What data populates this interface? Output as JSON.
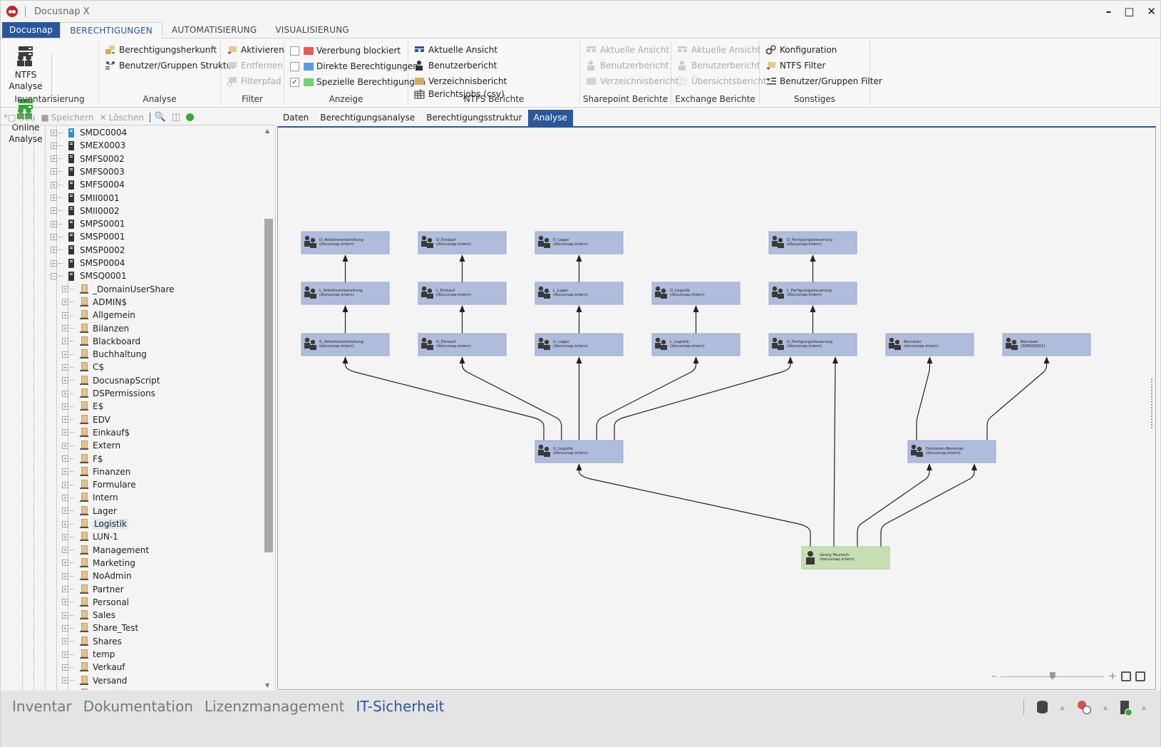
{
  "window": {
    "title": "Docusnap X",
    "controls": {
      "minimize": "–",
      "maximize": "□",
      "close": "✕"
    }
  },
  "ribbon_tabs": [
    {
      "label": "Docusnap",
      "kind": "file"
    },
    {
      "label": "BERECHTIGUNGEN",
      "kind": "active"
    },
    {
      "label": "AUTOMATISIERUNG",
      "kind": ""
    },
    {
      "label": "VISUALISIERUNG",
      "kind": ""
    }
  ],
  "ribbon": {
    "inventarisierung": {
      "label": "Inventarisierung",
      "ntfs": {
        "label": "NTFS Analyse",
        "icon": "ntfs-analysis-icon",
        "color": "#3c3c3c"
      },
      "online": {
        "label": "Online Analyse",
        "icon": "online-analysis-icon",
        "color": "#3aa53a"
      }
    },
    "analyse": {
      "label": "Analyse",
      "items": [
        {
          "label": "Berechtigungsherkunft",
          "icon": "permission-origin-icon",
          "enabled": true
        },
        {
          "label": "Benutzer/Gruppen Struktur",
          "icon": "user-group-structure-icon",
          "enabled": true
        }
      ]
    },
    "filter": {
      "label": "Filter",
      "items": [
        {
          "label": "Aktivieren",
          "icon": "filter-activate-icon",
          "enabled": true
        },
        {
          "label": "Entfernen",
          "icon": "filter-remove-icon",
          "enabled": false
        },
        {
          "label": "Filterpfad",
          "icon": "filter-path-icon",
          "enabled": false
        }
      ]
    },
    "anzeige": {
      "label": "Anzeige",
      "items": [
        {
          "label": "Vererbung blockiert",
          "checked": false,
          "color": "#e85a5a"
        },
        {
          "label": "Direkte Berechtigungen",
          "checked": false,
          "color": "#5a9ee0"
        },
        {
          "label": "Spezielle Berechtigungen",
          "checked": true,
          "color": "#6fd26f"
        }
      ]
    },
    "ntfs_berichte": {
      "label": "NTFS Berichte",
      "items": [
        {
          "label": "Aktuelle Ansicht",
          "icon": "current-view-icon",
          "enabled": true
        },
        {
          "label": "Benutzerbericht",
          "icon": "user-report-icon",
          "enabled": true
        },
        {
          "label": "Verzeichnisbericht",
          "icon": "folder-report-icon",
          "enabled": true
        },
        {
          "label": "Berichtsjobs (csv)",
          "icon": "report-jobs-icon",
          "enabled": true
        }
      ]
    },
    "sharepoint_berichte": {
      "label": "Sharepoint Berichte",
      "items": [
        {
          "label": "Aktuelle Ansicht",
          "enabled": false
        },
        {
          "label": "Benutzerbericht",
          "enabled": false
        },
        {
          "label": "Verzeichnisbericht",
          "enabled": false
        }
      ]
    },
    "exchange_berichte": {
      "label": "Exchange Berichte",
      "items": [
        {
          "label": "Aktuelle Ansicht",
          "enabled": false
        },
        {
          "label": "Benutzerbericht",
          "enabled": false
        },
        {
          "label": "Übersichtsbericht",
          "enabled": false
        }
      ]
    },
    "sonstiges": {
      "label": "Sonstiges",
      "items": [
        {
          "label": "Konfiguration",
          "icon": "gears-icon",
          "enabled": true
        },
        {
          "label": "NTFS Filter",
          "icon": "ntfs-filter-icon",
          "enabled": true
        },
        {
          "label": "Benutzer/Gruppen Filter",
          "icon": "user-group-filter-icon",
          "enabled": true
        }
      ]
    }
  },
  "left_toolbar": {
    "new": "Neu",
    "save": "Speichern",
    "delete": "Löschen"
  },
  "tree": {
    "servers": [
      {
        "label": "SMDC0004",
        "icon": "server-blue"
      },
      {
        "label": "SMEX0003",
        "icon": "server"
      },
      {
        "label": "SMFS0002",
        "icon": "server"
      },
      {
        "label": "SMFS0003",
        "icon": "server"
      },
      {
        "label": "SMFS0004",
        "icon": "server"
      },
      {
        "label": "SMII0001",
        "icon": "server"
      },
      {
        "label": "SMII0002",
        "icon": "server"
      },
      {
        "label": "SMPS0001",
        "icon": "server"
      },
      {
        "label": "SMSP0001",
        "icon": "server"
      },
      {
        "label": "SMSP0002",
        "icon": "server"
      },
      {
        "label": "SMSP0004",
        "icon": "server"
      },
      {
        "label": "SMSQ0001",
        "icon": "server",
        "expanded": true
      }
    ],
    "shares": [
      "_DomainUserShare",
      "ADMIN$",
      "Allgemein",
      "Bilanzen",
      "Blackboard",
      "Buchhaltung",
      "C$",
      "DocusnapScript",
      "DSPermissions",
      "E$",
      "EDV",
      "Einkauf$",
      "Extern",
      "F$",
      "Finanzen",
      "Formulare",
      "Intern",
      "Lager",
      "Logistik",
      "LUN-1",
      "Management",
      "Marketing",
      "NoAdmin",
      "Partner",
      "Personal",
      "Sales",
      "Share_Test",
      "Shares",
      "temp",
      "Verkauf",
      "Versand",
      "Vertrieb"
    ],
    "selected": "Logistik"
  },
  "content_tabs": [
    {
      "label": "Daten",
      "active": false
    },
    {
      "label": "Berechtigungsanalyse",
      "active": false
    },
    {
      "label": "Berechtigungsstruktur",
      "active": false
    },
    {
      "label": "Analyse",
      "active": true
    }
  ],
  "diagram": {
    "colors": {
      "group": "#b0bcdc",
      "group_border": "#9aa8cc",
      "user": "#c6e0b4",
      "user_border": "#a9cc92",
      "edge": "#222222"
    },
    "nodes": [
      {
        "id": "D_AV",
        "name": "D_Arbeitsvorbereitung",
        "domain": "(docusnap.intern)",
        "type": "group",
        "row": 0,
        "col": 0
      },
      {
        "id": "D_EK",
        "name": "D_Einkauf",
        "domain": "(docusnap.intern)",
        "type": "group",
        "row": 0,
        "col": 1
      },
      {
        "id": "D_LA",
        "name": "D_Lager",
        "domain": "(docusnap.intern)",
        "type": "group",
        "row": 0,
        "col": 2
      },
      {
        "id": "D_FS",
        "name": "D_Fertigungssteuerung",
        "domain": "(docusnap.intern)",
        "type": "group",
        "row": 0,
        "col": 4
      },
      {
        "id": "L_AV",
        "name": "L_Arbeitsvorbereitung",
        "domain": "(docusnap.intern)",
        "type": "group",
        "row": 1,
        "col": 0
      },
      {
        "id": "L_EK",
        "name": "L_Einkauf",
        "domain": "(docusnap.intern)",
        "type": "group",
        "row": 1,
        "col": 1
      },
      {
        "id": "L_LA",
        "name": "L_Lager",
        "domain": "(docusnap.intern)",
        "type": "group",
        "row": 1,
        "col": 2
      },
      {
        "id": "D_LO",
        "name": "D_Logistik",
        "domain": "(docusnap.intern)",
        "type": "group",
        "row": 1,
        "col": 3
      },
      {
        "id": "L_FS",
        "name": "L_Fertigungssteuerung",
        "domain": "(docusnap.intern)",
        "type": "group",
        "row": 1,
        "col": 4
      },
      {
        "id": "G_AV",
        "name": "G_Arbeitsvorbereitung",
        "domain": "(docusnap.intern)",
        "type": "group",
        "row": 2,
        "col": 0
      },
      {
        "id": "G_EK",
        "name": "G_Einkauf",
        "domain": "(docusnap.intern)",
        "type": "group",
        "row": 2,
        "col": 1
      },
      {
        "id": "G_LA",
        "name": "G_Lager",
        "domain": "(docusnap.intern)",
        "type": "group",
        "row": 2,
        "col": 2
      },
      {
        "id": "L_LO",
        "name": "L_Logistik",
        "domain": "(docusnap.intern)",
        "type": "group",
        "row": 2,
        "col": 3
      },
      {
        "id": "G_FS",
        "name": "G_Fertigungssteuerung",
        "domain": "(docusnap.intern)",
        "type": "group",
        "row": 2,
        "col": 4
      },
      {
        "id": "BEN_D",
        "name": "Benutzer",
        "domain": "(docusnap.intern)",
        "type": "group",
        "row": 2,
        "col": 5
      },
      {
        "id": "BEN_L",
        "name": "Benutzer",
        "domain": "(SMSQ0001)",
        "type": "group",
        "row": 2,
        "col": 6
      },
      {
        "id": "G_LO",
        "name": "G_Logistik",
        "domain": "(docusnap.intern)",
        "type": "group",
        "row": 3,
        "col": 2
      },
      {
        "id": "DOM_U",
        "name": "Domänen-Benutzer",
        "domain": "(docusnap.intern)",
        "type": "group",
        "row": 3,
        "col": 5.2
      },
      {
        "id": "USER",
        "name": "Georg Mustach",
        "domain": "(docusnap.intern)",
        "type": "user",
        "row": 4,
        "col": 4.2
      }
    ],
    "edges": [
      [
        "L_AV",
        "D_AV"
      ],
      [
        "L_EK",
        "D_EK"
      ],
      [
        "L_LA",
        "D_LA"
      ],
      [
        "L_FS",
        "D_FS"
      ],
      [
        "G_AV",
        "L_AV"
      ],
      [
        "G_EK",
        "L_EK"
      ],
      [
        "G_LA",
        "L_LA"
      ],
      [
        "L_LO",
        "D_LO"
      ],
      [
        "G_FS",
        "L_FS"
      ],
      [
        "G_LO",
        "G_AV"
      ],
      [
        "G_LO",
        "G_EK"
      ],
      [
        "G_LO",
        "G_LA"
      ],
      [
        "G_LO",
        "L_LO"
      ],
      [
        "G_LO",
        "G_FS"
      ],
      [
        "DOM_U",
        "BEN_D"
      ],
      [
        "DOM_U",
        "BEN_L"
      ],
      [
        "USER",
        "G_LO"
      ],
      [
        "USER",
        "G_FS"
      ],
      [
        "USER",
        "DOM_U"
      ],
      [
        "USER",
        "DOM_U"
      ]
    ]
  },
  "zoom_control": {
    "level": 0.5
  },
  "bottom_nav": [
    {
      "label": "Inventar",
      "active": false
    },
    {
      "label": "Dokumentation",
      "active": false
    },
    {
      "label": "Lizenzmanagement",
      "active": false
    },
    {
      "label": "IT-Sicherheit",
      "active": true
    }
  ],
  "status_icons": [
    "database-icon",
    "network-icon",
    "server-run-icon"
  ]
}
